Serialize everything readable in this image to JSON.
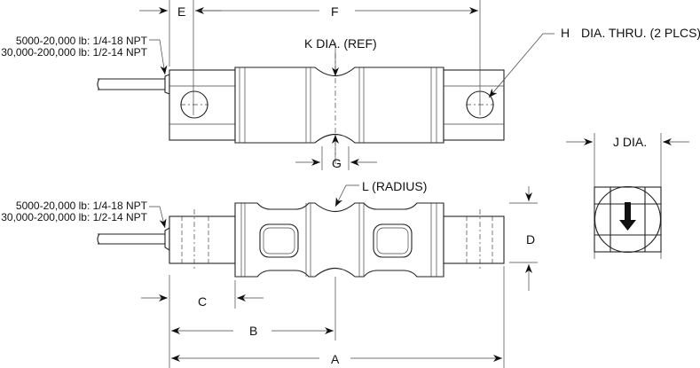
{
  "dimensions": {
    "A": "A",
    "B": "B",
    "C": "C",
    "D": "D",
    "E": "E",
    "F": "F",
    "G": "G",
    "H": "H",
    "J": "J DIA.",
    "K": "K DIA. (REF)",
    "L": "L (RADIUS)",
    "H_note": "DIA. THRU. (2 PLCS)"
  },
  "notes": {
    "top_line1": "5000-20,000 lb: 1/4-18 NPT",
    "top_line2": "30,000-200,000 lb: 1/2-14 NPT",
    "bottom_line1": "5000-20,000 lb: 1/4-18 NPT",
    "bottom_line2": "30,000-200,000 lb: 1/2-14 NPT"
  }
}
